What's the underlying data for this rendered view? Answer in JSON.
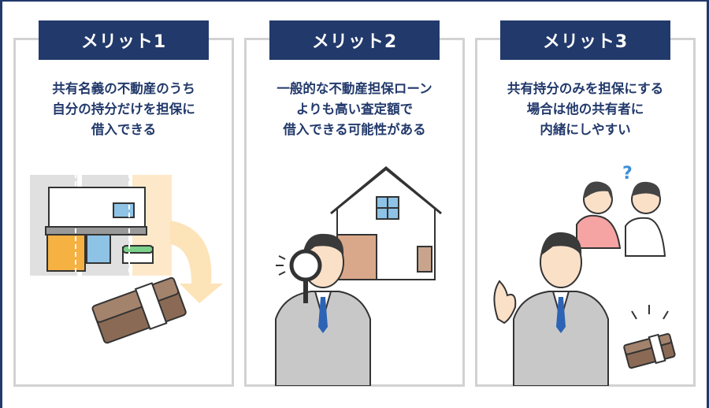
{
  "colors": {
    "navy": "#22396b",
    "panel_border": "#d2d2d2"
  },
  "merits": [
    {
      "title": "メリット1",
      "lines": [
        "共有名義の不動産のうち",
        "自分の持分だけを担保に",
        "借入できる"
      ]
    },
    {
      "title": "メリット2",
      "lines": [
        "一般的な不動産担保ローン",
        "よりも高い査定額で",
        "借入できる可能性がある"
      ]
    },
    {
      "title": "メリット3",
      "lines": [
        "共有持分のみを担保にする",
        "場合は他の共有者に",
        "内緒にしやすい"
      ]
    }
  ]
}
